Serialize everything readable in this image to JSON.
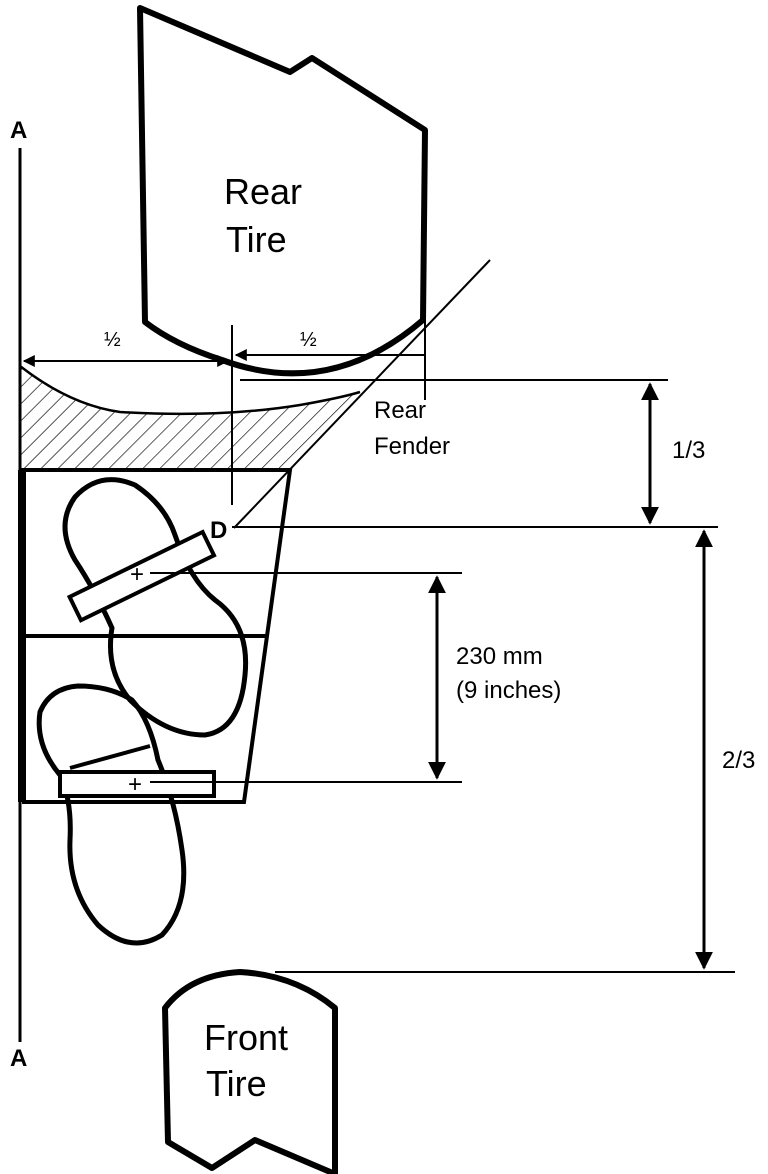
{
  "axis_label_top": "A",
  "axis_label_bottom": "A",
  "rear_tire": {
    "line1": "Rear",
    "line2": "Tire"
  },
  "front_tire": {
    "line1": "Front",
    "line2": "Tire"
  },
  "rear_fender": {
    "line1": "Rear",
    "line2": "Fender"
  },
  "half_left": "½",
  "half_right": "½",
  "ratio_top": "1/3",
  "ratio_bottom": "2/3",
  "point_label": "D",
  "pedal_spacing": {
    "line1": "230 mm",
    "line2": "(9 inches)"
  },
  "pedal_marker": "+",
  "colors": {
    "ink": "#000000",
    "background": "#ffffff"
  }
}
